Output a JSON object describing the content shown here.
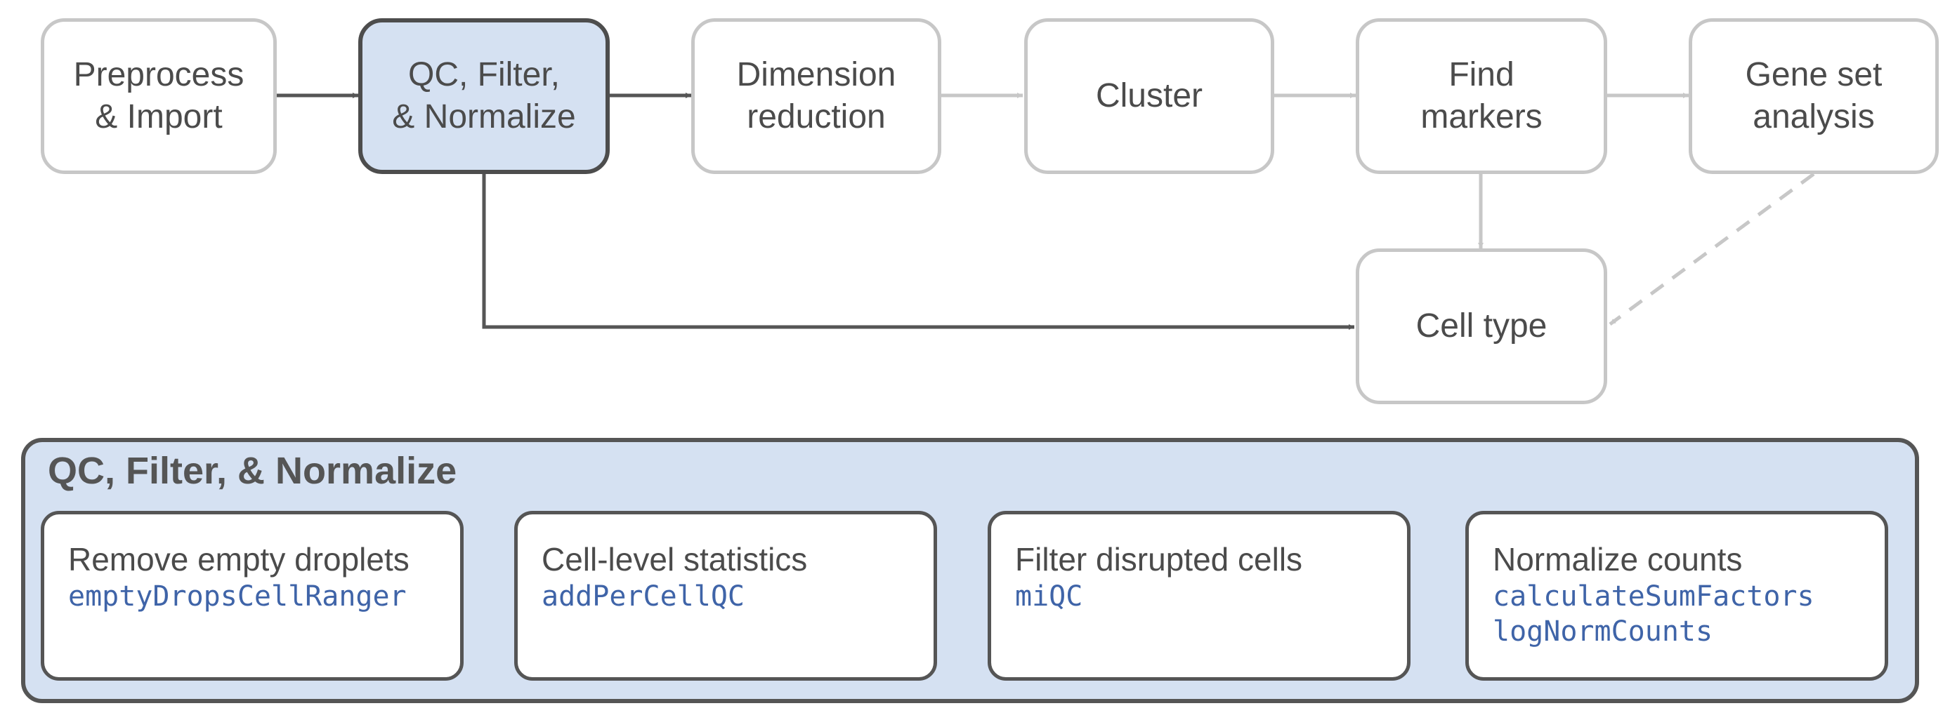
{
  "pipeline": {
    "preprocess": "Preprocess\n& Import",
    "qc": "QC, Filter,\n& Normalize",
    "dimension": "Dimension\nreduction",
    "cluster": "Cluster",
    "markers": "Find\nmarkers",
    "geneset": "Gene set\nanalysis",
    "celltype": "Cell type"
  },
  "detail": {
    "title": "QC, Filter, & Normalize",
    "steps": [
      {
        "title": "Remove empty droplets",
        "functions": [
          "emptyDropsCellRanger"
        ]
      },
      {
        "title": "Cell-level statistics",
        "functions": [
          "addPerCellQC"
        ]
      },
      {
        "title": "Filter disrupted cells",
        "functions": [
          "miQC"
        ]
      },
      {
        "title": "Normalize counts",
        "functions": [
          "calculateSumFactors",
          "logNormCounts"
        ]
      }
    ]
  },
  "colors": {
    "active_fill": "#d5e1f2",
    "active_stroke": "#4d4d4d",
    "faded_stroke": "#c7c7c7",
    "function_text": "#3f64a8"
  }
}
